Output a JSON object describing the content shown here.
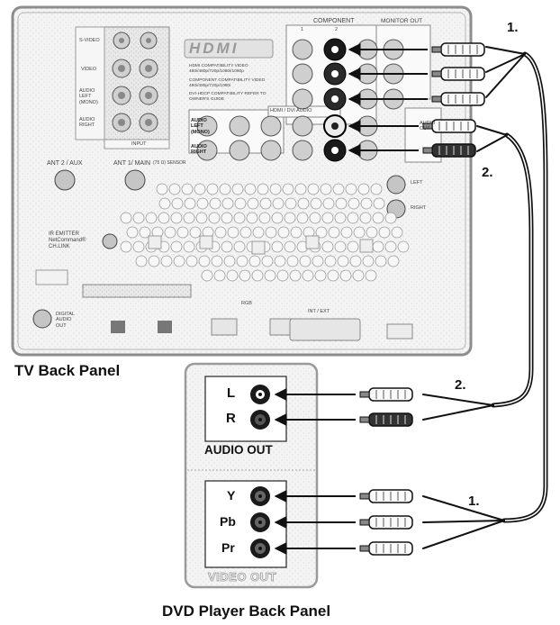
{
  "captions": {
    "tv": "TV Back Panel",
    "dvd": "DVD Player Back Panel"
  },
  "step_labels": {
    "component_tv": "1.",
    "audio_tv": "2.",
    "audio_dvd": "2.",
    "component_dvd": "1."
  },
  "tv_panel": {
    "hdmi_logo": "HDMI",
    "component": "COMPONENT",
    "component_1": "1",
    "component_2": "2",
    "monitor_out": "MONITOR OUT",
    "s_video": "S-VIDEO",
    "video": "VIDEO",
    "audio_left_mono": "AUDIO LEFT (MONO)",
    "audio_right": "AUDIO RIGHT",
    "input": "INPUT",
    "hdmi_note_1": "HDMI COMPATIBILITY VIDEO 480i/480p/720p/1080i/1080p",
    "hdmi_note_2": "COMPONENT COMPATIBILITY VIDEO 480i/480p/720p/1080i",
    "hdmi_note_3": "DVI-HDCP COMPATIBILITY REFER TO OWNER'S GUIDE",
    "hdmi_dvi_audio": "HDMI / DVI AUDIO",
    "audio_left_mono_2": "AUDIO LEFT (MONO)",
    "audio_right_2": "AUDIO RIGHT",
    "ant2": "ANT 2 / AUX",
    "ant1": "ANT 1/ MAIN",
    "ant1_note": "(75 Ω) SENSOR",
    "ir_emitter": "IR EMITTER NetCommand® CH.LINK",
    "side_left": "LEFT",
    "side_right": "RIGHT",
    "digital_audio": "DIGITAL AUDIO OUT",
    "pc_label": "RGB",
    "dvi_label": "INT / EXT",
    "audio_out_right": "AUDIO OUT",
    "bottom_strip": "RGB"
  },
  "dvd_panel": {
    "audio_l": "L",
    "audio_r": "R",
    "audio_out": "AUDIO OUT",
    "y": "Y",
    "pb": "Pb",
    "pr": "Pr",
    "video_out": "VIDEO OUT"
  }
}
